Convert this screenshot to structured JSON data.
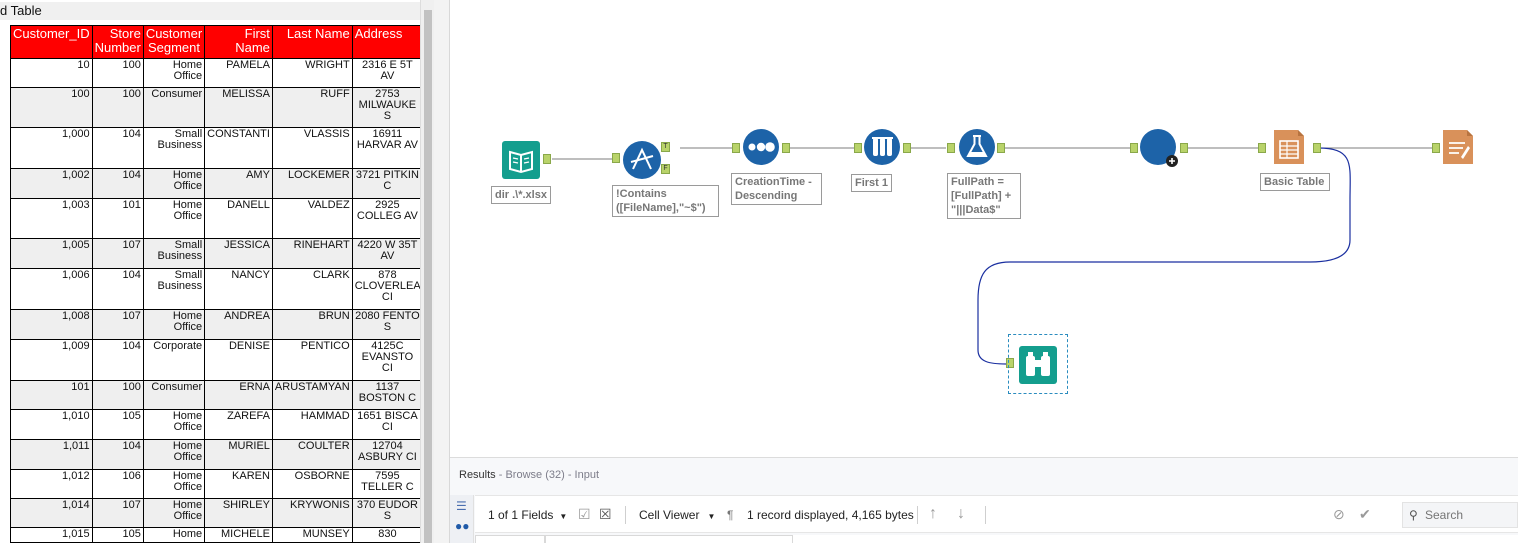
{
  "report": {
    "title": "d Table",
    "headers": [
      "Customer_ID",
      "Store Number",
      "Customer Segment",
      "First Name",
      "Last Name",
      "Address"
    ],
    "rows": [
      [
        "10",
        "100",
        "Home Office",
        "PAMELA",
        "WRIGHT",
        "2316 E 5T AV"
      ],
      [
        "100",
        "100",
        "Consumer",
        "MELISSA",
        "RUFF",
        "2753 MILWAUKE S"
      ],
      [
        "1,000",
        "104",
        "Small Business",
        "CONSTANTI",
        "VLASSIS",
        "16911 HARVAR AV"
      ],
      [
        "1,002",
        "104",
        "Home Office",
        "AMY",
        "LOCKEMER",
        "3721 PITKIN C"
      ],
      [
        "1,003",
        "101",
        "Home Office",
        "DANELL",
        "VALDEZ",
        "2925 COLLEG AV"
      ],
      [
        "1,005",
        "107",
        "Small Business",
        "JESSICA",
        "RINEHART",
        "4220 W 35T AV"
      ],
      [
        "1,006",
        "104",
        "Small Business",
        "NANCY",
        "CLARK",
        "878 CLOVERLEA CI"
      ],
      [
        "1,008",
        "107",
        "Home Office",
        "ANDREA",
        "BRUN",
        "2080 FENTO S"
      ],
      [
        "1,009",
        "104",
        "Corporate",
        "DENISE",
        "PENTICO",
        "4125C EVANSTO CI"
      ],
      [
        "101",
        "100",
        "Consumer",
        "ERNA",
        "ARUSTAMYAN",
        "1137 BOSTON C"
      ],
      [
        "1,010",
        "105",
        "Home Office",
        "ZAREFA",
        "HAMMAD",
        "1651 BISCA CI"
      ],
      [
        "1,011",
        "104",
        "Home Office",
        "MURIEL",
        "COULTER",
        "12704 ASBURY CI"
      ],
      [
        "1,012",
        "106",
        "Home Office",
        "KAREN",
        "OSBORNE",
        "7595 TELLER C"
      ],
      [
        "1,014",
        "107",
        "Home Office",
        "SHIRLEY",
        "KRYWONIS",
        "370 EUDOR S"
      ],
      [
        "1,015",
        "105",
        "Home",
        "MICHELE",
        "MUNSEY",
        "830"
      ]
    ]
  },
  "workflow": {
    "tools": [
      {
        "name": "input",
        "label": "dir .\\*.xlsx"
      },
      {
        "name": "filter",
        "label": "!Contains ([FileName],\"~$\")"
      },
      {
        "name": "sort",
        "label": "CreationTime - Descending"
      },
      {
        "name": "sample",
        "label": "First 1"
      },
      {
        "name": "formula",
        "label": "FullPath = [FullPath] + \"|||Data$\""
      },
      {
        "name": "dynamic-input",
        "label": ""
      },
      {
        "name": "basic-table",
        "label": "Basic Table"
      },
      {
        "name": "render",
        "label": ""
      },
      {
        "name": "browse",
        "label": ""
      }
    ],
    "filter_true": "T",
    "filter_false": "F"
  },
  "results": {
    "title": "Results",
    "subtitle": " - Browse (32) - Input",
    "fields": "1 of 1 Fields",
    "viewer": "Cell Viewer",
    "pilcrow": "¶",
    "record_info": "1 record displayed, 4,165 bytes",
    "search_placeholder": "Search"
  },
  "colors": {
    "header_red": "#ff0000",
    "teal": "#149e8e",
    "blue": "#1d63a8",
    "orange": "#d9915a",
    "anchor_green": "#b9d36a"
  }
}
